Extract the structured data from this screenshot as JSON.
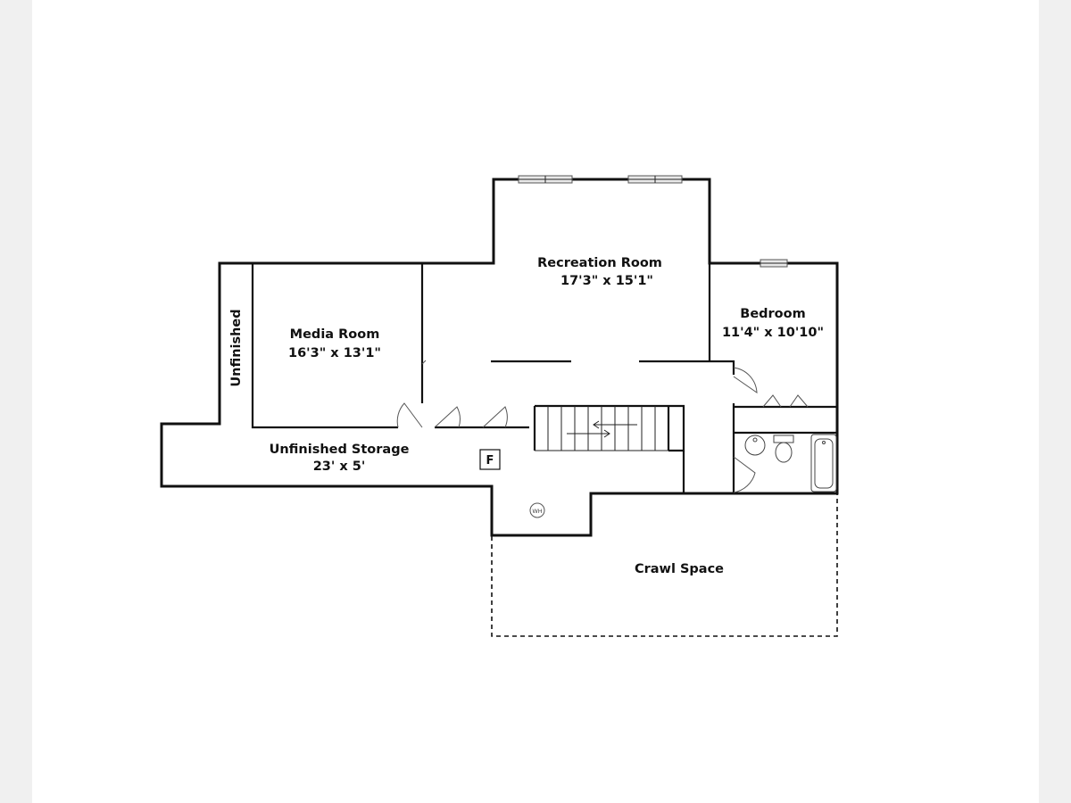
{
  "rooms": {
    "recreation": {
      "name": "Recreation Room",
      "size": "17'3\" x 15'1\""
    },
    "media": {
      "name": "Media Room",
      "size": "16'3\" x 13'1\""
    },
    "bedroom": {
      "name": "Bedroom",
      "size": "11'4\" x 10'10\""
    },
    "storage": {
      "name": "Unfinished Storage",
      "size": "23' x 5'"
    },
    "unfinished": {
      "name": "Unfinished"
    },
    "crawl": {
      "name": "Crawl Space"
    }
  },
  "symbols": {
    "furnace": "F",
    "water_heater": "WH"
  }
}
